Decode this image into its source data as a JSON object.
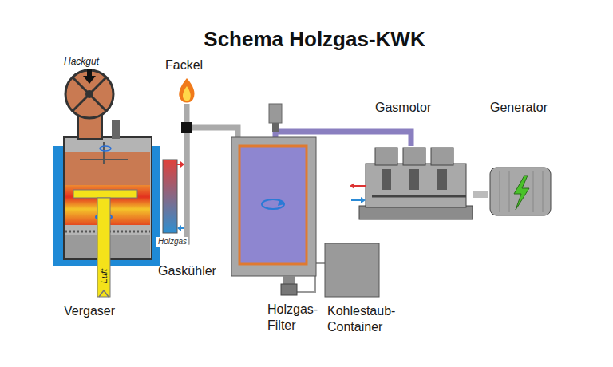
{
  "diagram": {
    "title": "Schema Holzgas-KWK",
    "nodes": [
      {
        "text": [
          "Vergaser"
        ]
      },
      {
        "text": [
          "Fackel"
        ]
      },
      {
        "text": [
          "Gaskühler"
        ]
      },
      {
        "text": [
          "Holzgas- Filter"
        ]
      },
      {
        "text": [
          "Kohlestaub- Container"
        ]
      },
      {
        "text": [
          "Gasmotor"
        ]
      },
      {
        "text": [
          "Generator"
        ]
      }
    ],
    "edges": [
      {
        "from": 0,
        "to": 1,
        "arrow": "none"
      },
      {
        "from": 0,
        "to": 3,
        "label": "Holzgas",
        "arrow": "none"
      },
      {
        "from": 3,
        "to": 5,
        "arrow": "none"
      },
      {
        "from": 3,
        "to": 4,
        "arrow": "none"
      },
      {
        "from": 5,
        "to": 6,
        "arrow": "none"
      }
    ],
    "labels": [
      "Hackgut",
      "Luft"
    ]
  }
}
